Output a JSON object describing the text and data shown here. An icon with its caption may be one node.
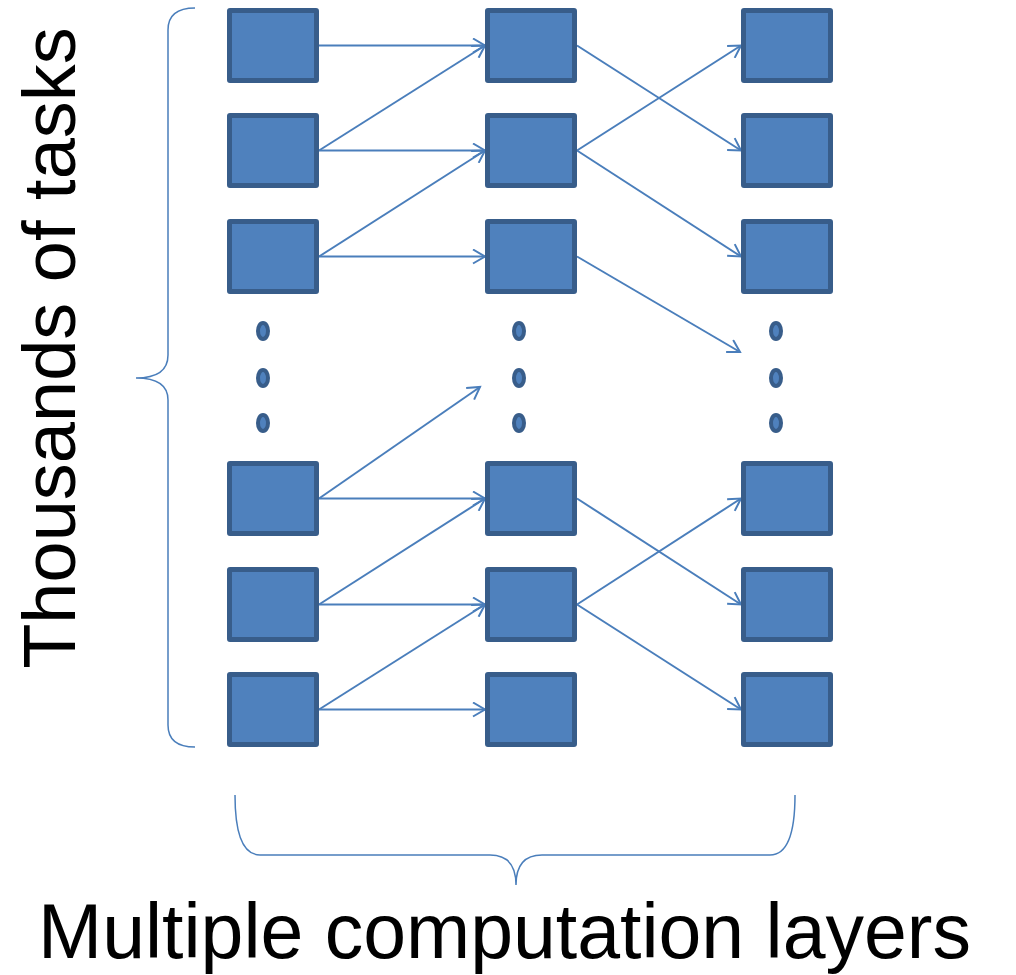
{
  "diagram": {
    "nodes": [
      {
        "text": [],
        "shape": "box"
      },
      {
        "text": [],
        "shape": "box"
      },
      {
        "text": [],
        "shape": "box"
      },
      {
        "text": [],
        "shape": "box"
      },
      {
        "text": [],
        "shape": "box"
      },
      {
        "text": [],
        "shape": "box"
      },
      {
        "text": [],
        "shape": "box"
      },
      {
        "text": [],
        "shape": "box"
      },
      {
        "text": [],
        "shape": "box"
      },
      {
        "text": [],
        "shape": "box"
      },
      {
        "text": [],
        "shape": "box"
      },
      {
        "text": [],
        "shape": "box"
      },
      {
        "text": [],
        "shape": "box"
      },
      {
        "text": [],
        "shape": "box"
      },
      {
        "text": [],
        "shape": "box"
      },
      {
        "text": [],
        "shape": "box"
      },
      {
        "text": [],
        "shape": "box"
      },
      {
        "text": [],
        "shape": "box"
      }
    ],
    "edges": [
      {
        "from": 0,
        "to": 6,
        "arrow": "to"
      },
      {
        "from": 1,
        "to": 6,
        "arrow": "to"
      },
      {
        "from": 1,
        "to": 7,
        "arrow": "to"
      },
      {
        "from": 2,
        "to": 7,
        "arrow": "to"
      },
      {
        "from": 2,
        "to": 8,
        "arrow": "to"
      },
      {
        "from": 3,
        "to": null,
        "arrow": "to"
      },
      {
        "from": 3,
        "to": 9,
        "arrow": "to"
      },
      {
        "from": 4,
        "to": 9,
        "arrow": "to"
      },
      {
        "from": 4,
        "to": 10,
        "arrow": "to"
      },
      {
        "from": 5,
        "to": 10,
        "arrow": "to"
      },
      {
        "from": 5,
        "to": 11,
        "arrow": "to"
      },
      {
        "from": 6,
        "to": 13,
        "arrow": "to"
      },
      {
        "from": 7,
        "to": 12,
        "arrow": "to"
      },
      {
        "from": 7,
        "to": 14,
        "arrow": "to"
      },
      {
        "from": 8,
        "to": null,
        "arrow": "to"
      },
      {
        "from": 9,
        "to": 16,
        "arrow": "to"
      },
      {
        "from": 10,
        "to": 15,
        "arrow": "to"
      },
      {
        "from": 10,
        "to": 17,
        "arrow": "to"
      }
    ],
    "labels": [
      "Thousands of tasks",
      "Multiple computation layers"
    ]
  }
}
